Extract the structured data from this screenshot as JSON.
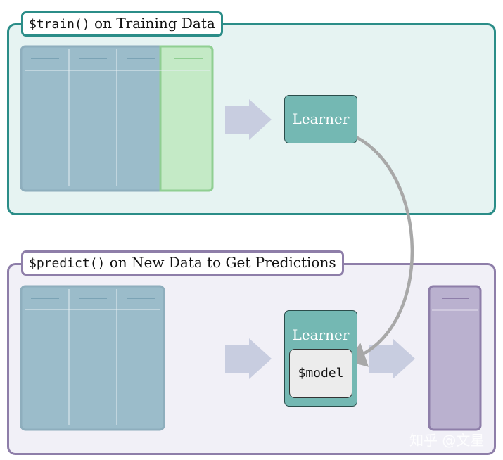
{
  "train_panel": {
    "title_code": "$train()",
    "title_text": " on Training Data",
    "learner_label": "Learner"
  },
  "predict_panel": {
    "title_code": "$predict()",
    "title_text": " on New Data to Get Predictions",
    "learner_label": "Learner",
    "model_label": "$model"
  },
  "watermark": "知乎 @文星",
  "colors": {
    "train_border": "#2b8d88",
    "predict_border": "#8e7ea9",
    "feature_table": "#9bbcca",
    "target_column": "#c4eac6",
    "prediction_column": "#bab1cf",
    "learner": "#74b8b3",
    "arrow": "#c8cde0"
  }
}
